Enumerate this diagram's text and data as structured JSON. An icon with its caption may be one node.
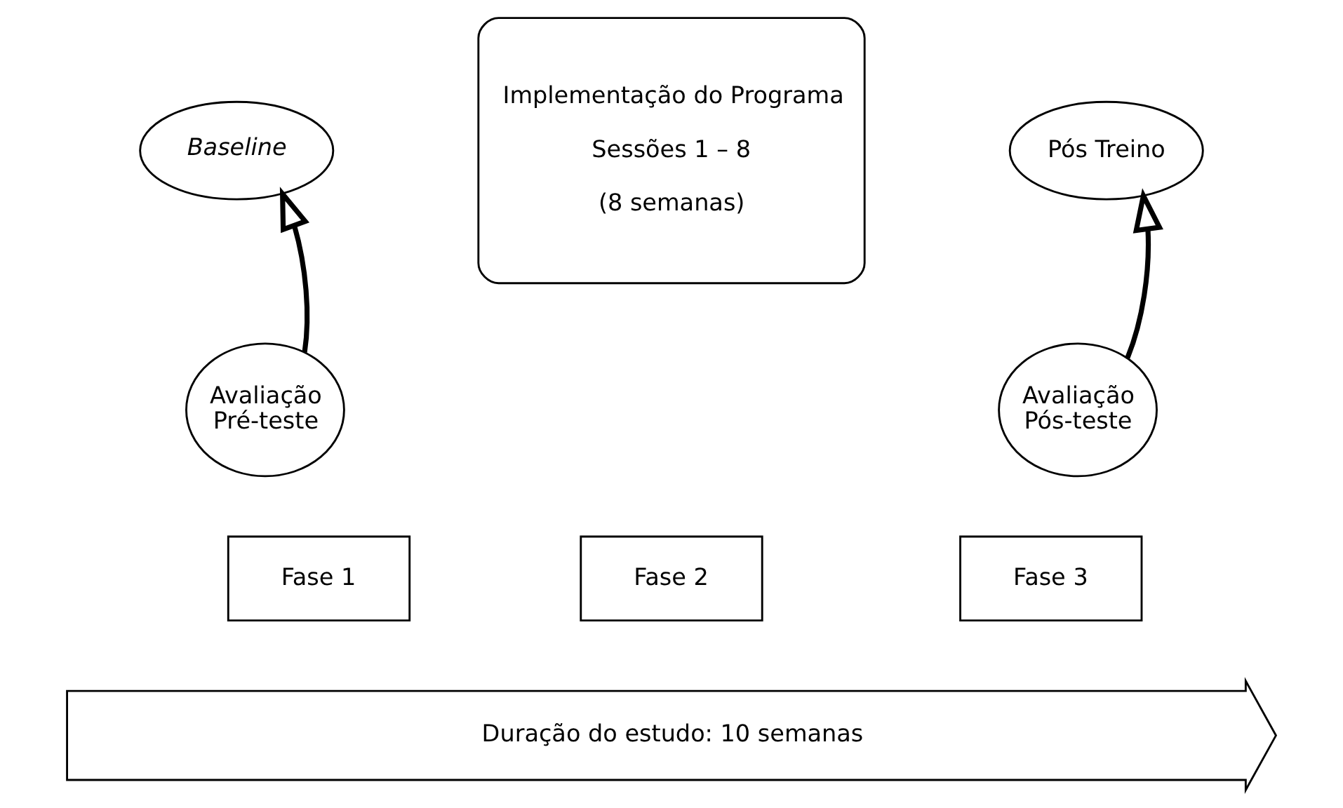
{
  "diagram": {
    "nodes": [
      {
        "text": [
          "Baseline"
        ]
      },
      {
        "text": [
          "Avaliação Pré-teste"
        ]
      },
      {
        "text": [
          "Implementação do Programa",
          "Sessões 1 – 8",
          "(8 semanas)"
        ]
      },
      {
        "text": [
          "Pós Treino"
        ]
      },
      {
        "text": [
          "Avaliação Pós-teste"
        ]
      },
      {
        "text": [
          "Fase 1"
        ]
      },
      {
        "text": [
          "Fase 2"
        ]
      },
      {
        "text": [
          "Fase 3"
        ]
      },
      {
        "text": [
          "Duração do estudo: 10 semanas"
        ]
      }
    ],
    "edges": [
      {
        "from": 1,
        "to": 0,
        "arrow": "to"
      },
      {
        "from": 4,
        "to": 3,
        "arrow": "to"
      }
    ]
  }
}
